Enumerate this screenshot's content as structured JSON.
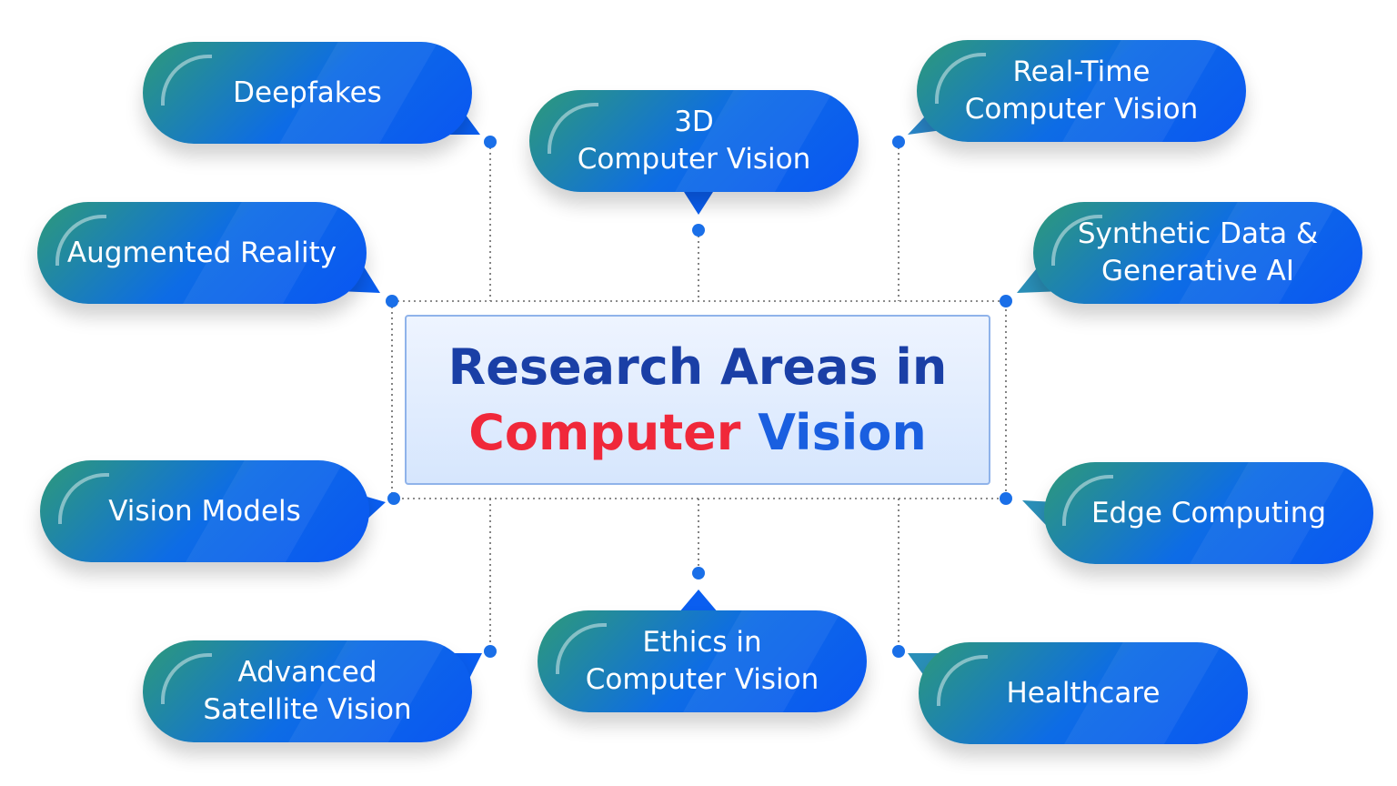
{
  "title": {
    "line1": "Research Areas in",
    "line2_red": "Computer",
    "line2_blue": "Vision"
  },
  "areas": [
    {
      "id": "deepfakes",
      "line1": "Deepfakes",
      "line2": ""
    },
    {
      "id": "3d-cv",
      "line1": "3D",
      "line2": "Computer Vision"
    },
    {
      "id": "real-time-cv",
      "line1": "Real-Time",
      "line2": "Computer Vision"
    },
    {
      "id": "augmented-reality",
      "line1": "Augmented Reality",
      "line2": ""
    },
    {
      "id": "synthetic-data",
      "line1": "Synthetic Data &",
      "line2": "Generative AI"
    },
    {
      "id": "vision-models",
      "line1": "Vision Models",
      "line2": ""
    },
    {
      "id": "edge-computing",
      "line1": "Edge Computing",
      "line2": ""
    },
    {
      "id": "satellite-vision",
      "line1": "Advanced",
      "line2": "Satellite Vision"
    },
    {
      "id": "ethics",
      "line1": "Ethics in",
      "line2": "Computer Vision"
    },
    {
      "id": "healthcare",
      "line1": "Healthcare",
      "line2": ""
    }
  ],
  "colors": {
    "bubble_start": "#2e9a78",
    "bubble_mid": "#0d6ce6",
    "bubble_end": "#0a56f2",
    "dot": "#1a6fe8",
    "connector": "#666666",
    "title_dark_blue": "#1a3fa6",
    "title_red": "#f0283a",
    "title_blue": "#1a5fe0"
  }
}
